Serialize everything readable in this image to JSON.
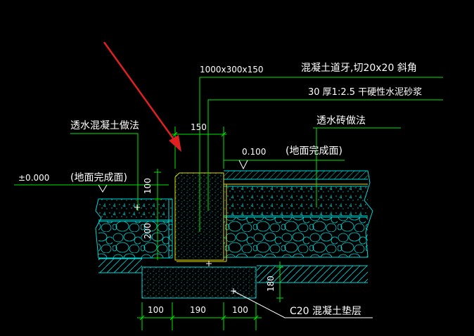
{
  "labels": {
    "curb_size": "1000x300x150",
    "curb_desc": "混凝土道牙,切20x20  斜角",
    "mortar_desc": "30 厚1:2.5  干硬性水泥砂浆",
    "left_method": "透水混凝土做法",
    "right_method": "透水砖做法",
    "dim_top_150": "150",
    "elev_right": "0.100",
    "elev_right_note": "(地面完成面)",
    "elev_left": "±0.000",
    "elev_left_note": "(地面完成面)",
    "dim_100_vert": "100",
    "dim_200_vert": "200",
    "dim_180_vert": "180",
    "dim_b_100_left": "100",
    "dim_b_190": "190",
    "dim_b_100_right": "100",
    "base_label": "C20  混凝土垫层"
  },
  "colors": {
    "background": "#000000",
    "dimension": "#00e600",
    "hatch": "#00d8d8",
    "curb_outline": "#e8e000",
    "text": "#ffffff",
    "arrow": "#e02020"
  }
}
